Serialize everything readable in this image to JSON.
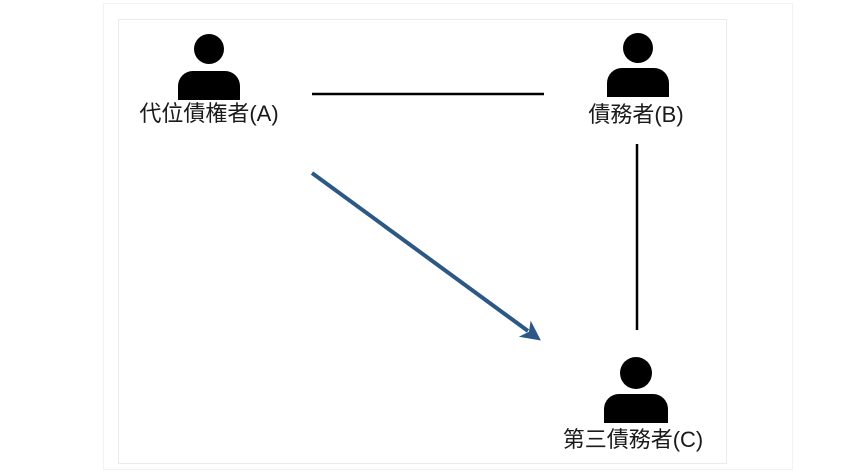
{
  "figure": {
    "description": "Relationship diagram with three person pictograms",
    "background": "#ffffff",
    "outer_frame_color": "#f2f2f2",
    "inner_frame_color": "#ebebeb"
  },
  "actors": [
    {
      "id": "A",
      "label": "代位債権者(A)"
    },
    {
      "id": "B",
      "label": "債務者(B)"
    },
    {
      "id": "C",
      "label": "第三債務者(C)"
    }
  ],
  "edges": [
    {
      "from": "代位債権者(A)",
      "to": "債務者(B)",
      "style": "plain-line",
      "color": "#000000"
    },
    {
      "from": "債務者(B)",
      "to": "第三債務者(C)",
      "style": "plain-line",
      "color": "#000000"
    },
    {
      "from": "代位債権者(A)",
      "to": "第三債務者(C)",
      "style": "arrow",
      "color": "#2b5884"
    }
  ],
  "colors": {
    "icon": "#000000",
    "line": "#000000",
    "arrow": "#2b5884"
  }
}
